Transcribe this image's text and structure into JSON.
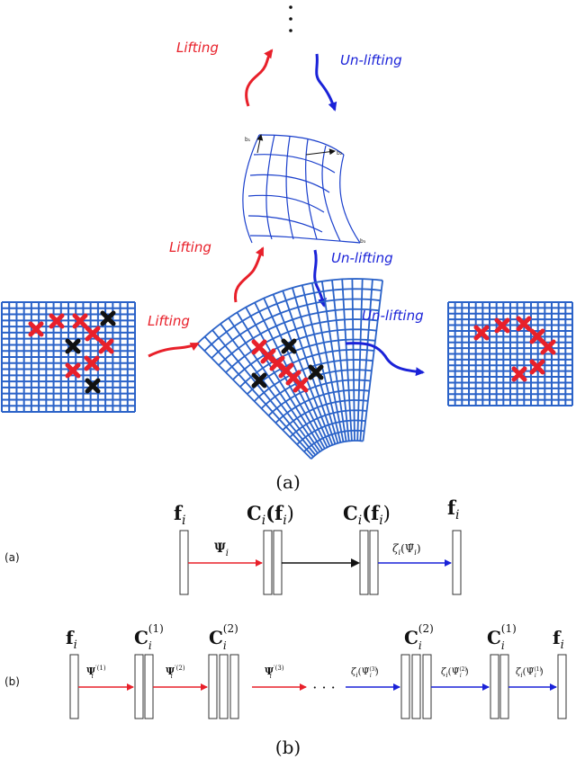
{
  "top": {
    "lift_label": "Lifting",
    "unlift_label": "Un-lifting",
    "caption": "(a)",
    "axis_labels": [
      "b₁",
      "b₂",
      "b₃"
    ]
  },
  "panel_a": {
    "side_label": "(a)",
    "nodes": [
      {
        "base": "f",
        "sub": "i"
      },
      {
        "base": "C",
        "sub": "i",
        "arg": "(f",
        "arg_sub": "i",
        "arg_end": ")"
      },
      {
        "base": "C",
        "sub": "i",
        "arg": "(f",
        "arg_sub": "i",
        "arg_end": ")"
      },
      {
        "base": "f",
        "sub": "i"
      }
    ],
    "edges": [
      {
        "base": "Ψ",
        "sub": "i"
      },
      {
        "text": "ζ",
        "sub": "i",
        "arg": "(Ψ̃",
        "arg_sub": "i",
        "arg_end": ")"
      }
    ]
  },
  "panel_b": {
    "side_label": "(b)",
    "caption": "(b)",
    "dots": "· · ·",
    "nodes": [
      {
        "base": "f",
        "sub": "i",
        "sup": ""
      },
      {
        "base": "C",
        "sub": "i",
        "sup": "(1)"
      },
      {
        "base": "C",
        "sub": "i",
        "sup": "(2)"
      },
      {
        "base": "C",
        "sub": "i",
        "sup": "(2)"
      },
      {
        "base": "C",
        "sub": "i",
        "sup": "(1)"
      },
      {
        "base": "f",
        "sub": "i",
        "sup": ""
      }
    ],
    "edges": [
      {
        "base": "Ψ",
        "prime_sup": "′(1)",
        "sub": "i"
      },
      {
        "base": "Ψ",
        "prime_sup": "′(2)",
        "sub": "i"
      },
      {
        "base": "Ψ",
        "prime_sup": "′(3)",
        "sub": "i"
      },
      {
        "text": "ζ",
        "sub": "i",
        "arg": "(Ψ̃",
        "arg_sup": "(3)",
        "arg_sub": "i",
        "arg_end": ")"
      },
      {
        "text": "ζ",
        "sub": "i",
        "arg": "(Ψ̃",
        "arg_sup": "(2)",
        "arg_sub": "i",
        "arg_end": ")"
      },
      {
        "text": "ζ",
        "sub": "i",
        "arg": "(Ψ̃",
        "arg_sup": "(1)",
        "arg_sub": "i",
        "arg_end": ")"
      }
    ]
  },
  "colors": {
    "lift": "#e8202a",
    "unlift": "#1a22d8",
    "grid": "#2a62c8",
    "black": "#111111"
  }
}
